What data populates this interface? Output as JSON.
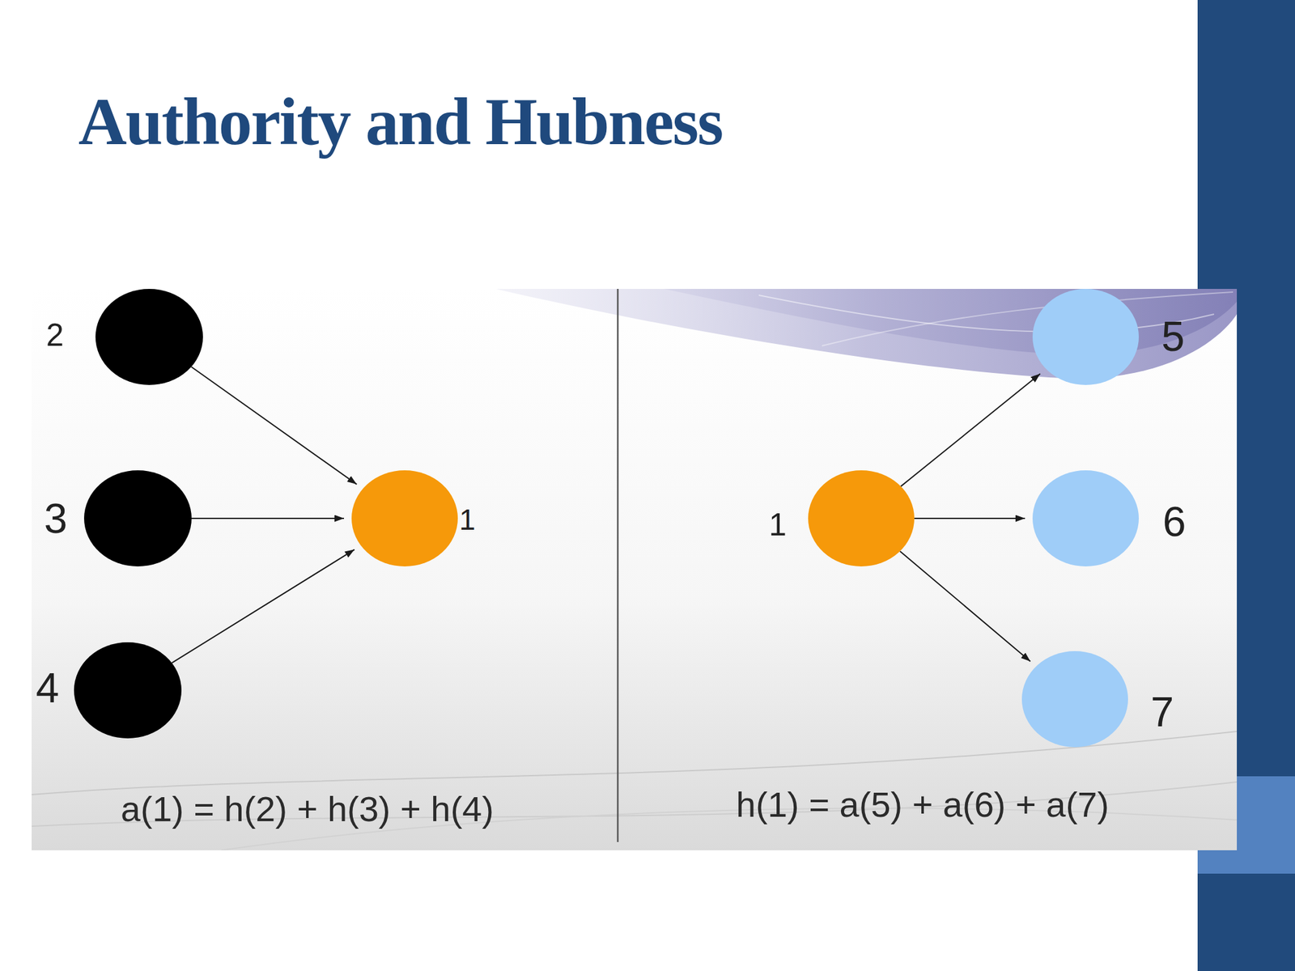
{
  "diagram": {
    "title": "Authority and Hubness",
    "nodes": [
      {
        "text": [
          "2"
        ]
      },
      {
        "text": [
          "3"
        ]
      },
      {
        "text": [
          "4"
        ]
      },
      {
        "text": [
          "1"
        ]
      },
      {
        "text": [
          "1"
        ]
      },
      {
        "text": [
          "5"
        ]
      },
      {
        "text": [
          "6"
        ]
      },
      {
        "text": [
          "7"
        ]
      }
    ],
    "edges": [
      {
        "from": 0,
        "to": 3,
        "arrow": "to"
      },
      {
        "from": 1,
        "to": 3,
        "arrow": "to"
      },
      {
        "from": 2,
        "to": 3,
        "arrow": "to"
      },
      {
        "from": 4,
        "to": 5,
        "arrow": "to"
      },
      {
        "from": 4,
        "to": 6,
        "arrow": "to"
      },
      {
        "from": 4,
        "to": 7,
        "arrow": "to"
      }
    ],
    "labels": [
      "a(1) = h(2) + h(3) + h(4)",
      "h(1) = a(5) + a(6) + a(7)"
    ]
  }
}
